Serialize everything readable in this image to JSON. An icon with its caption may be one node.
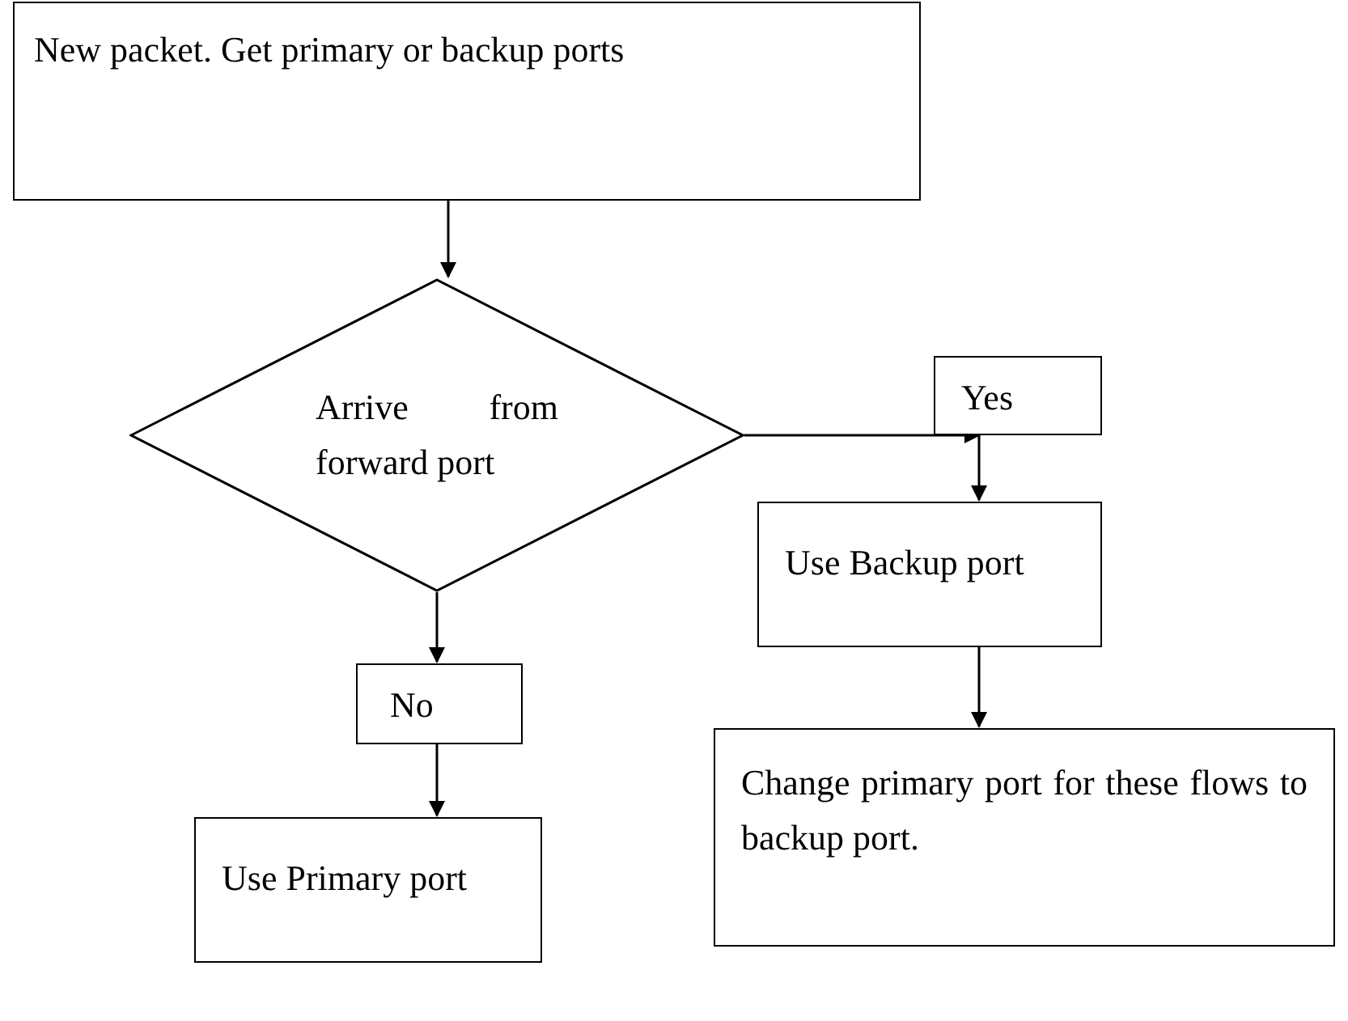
{
  "diagram": {
    "nodes": [
      {
        "text": [
          "New packet. Get primary or backup ports"
        ]
      },
      {
        "text": [
          "Arrive from forward port"
        ]
      },
      {
        "text": [
          "Yes"
        ]
      },
      {
        "text": [
          "Use Backup port"
        ]
      },
      {
        "text": [
          "Change primary port for these flows to backup port."
        ]
      },
      {
        "text": [
          "No"
        ]
      },
      {
        "text": [
          "Use Primary port"
        ]
      }
    ],
    "edges": [
      {
        "from": 0,
        "to": 1,
        "arrow": "to"
      },
      {
        "from": 1,
        "to": 2,
        "arrow": "to"
      },
      {
        "from": 2,
        "to": 3,
        "arrow": "to"
      },
      {
        "from": 3,
        "to": 4,
        "arrow": "to"
      },
      {
        "from": 1,
        "to": 5,
        "arrow": "to"
      },
      {
        "from": 5,
        "to": 6,
        "arrow": "to"
      }
    ]
  }
}
